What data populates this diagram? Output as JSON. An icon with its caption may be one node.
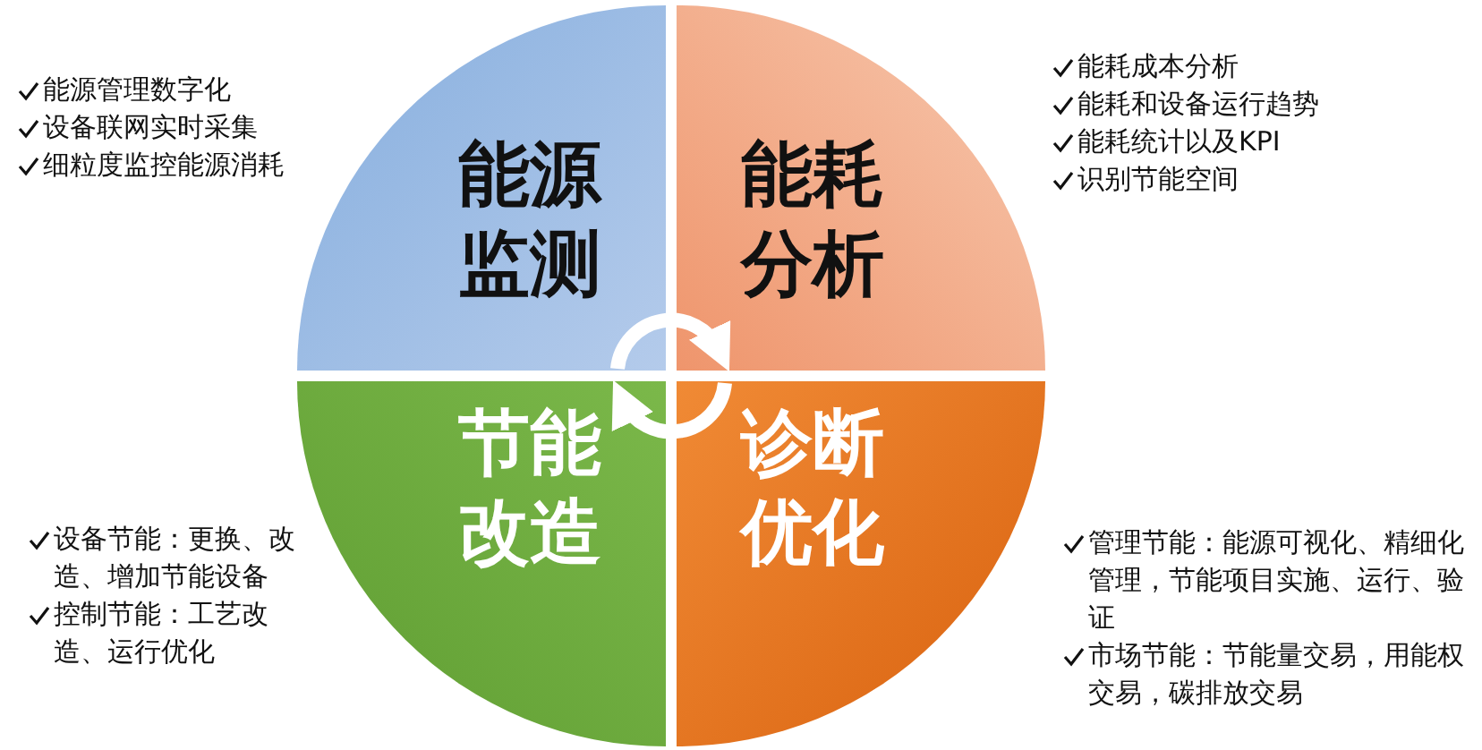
{
  "diagram": {
    "nodes": [
      {
        "text": [
          "能源监测"
        ],
        "beside": [
          "能源管理数字化",
          "设备联网实时采集",
          "细粒度监控能源消耗"
        ]
      },
      {
        "text": [
          "能耗分析"
        ],
        "beside": [
          "能耗成本分析",
          "能耗和设备运行趋势",
          "能耗统计以及KPI",
          "识别节能空间"
        ]
      },
      {
        "text": [
          "节能改造"
        ],
        "beside": [
          "设备节能：更换、改造、增加节能设备",
          "控制节能：工艺改造、运行优化"
        ]
      },
      {
        "text": [
          "诊断优化"
        ],
        "beside": [
          "管理节能：能源可视化、精细化管理，节能项目实施、运行、验证",
          "市场节能：节能量交易，用能权交易，碳排放交易"
        ]
      }
    ],
    "edges": [
      {
        "from": 0,
        "to": 1,
        "arrow": "to"
      },
      {
        "from": 3,
        "to": 2,
        "arrow": "to"
      }
    ]
  }
}
